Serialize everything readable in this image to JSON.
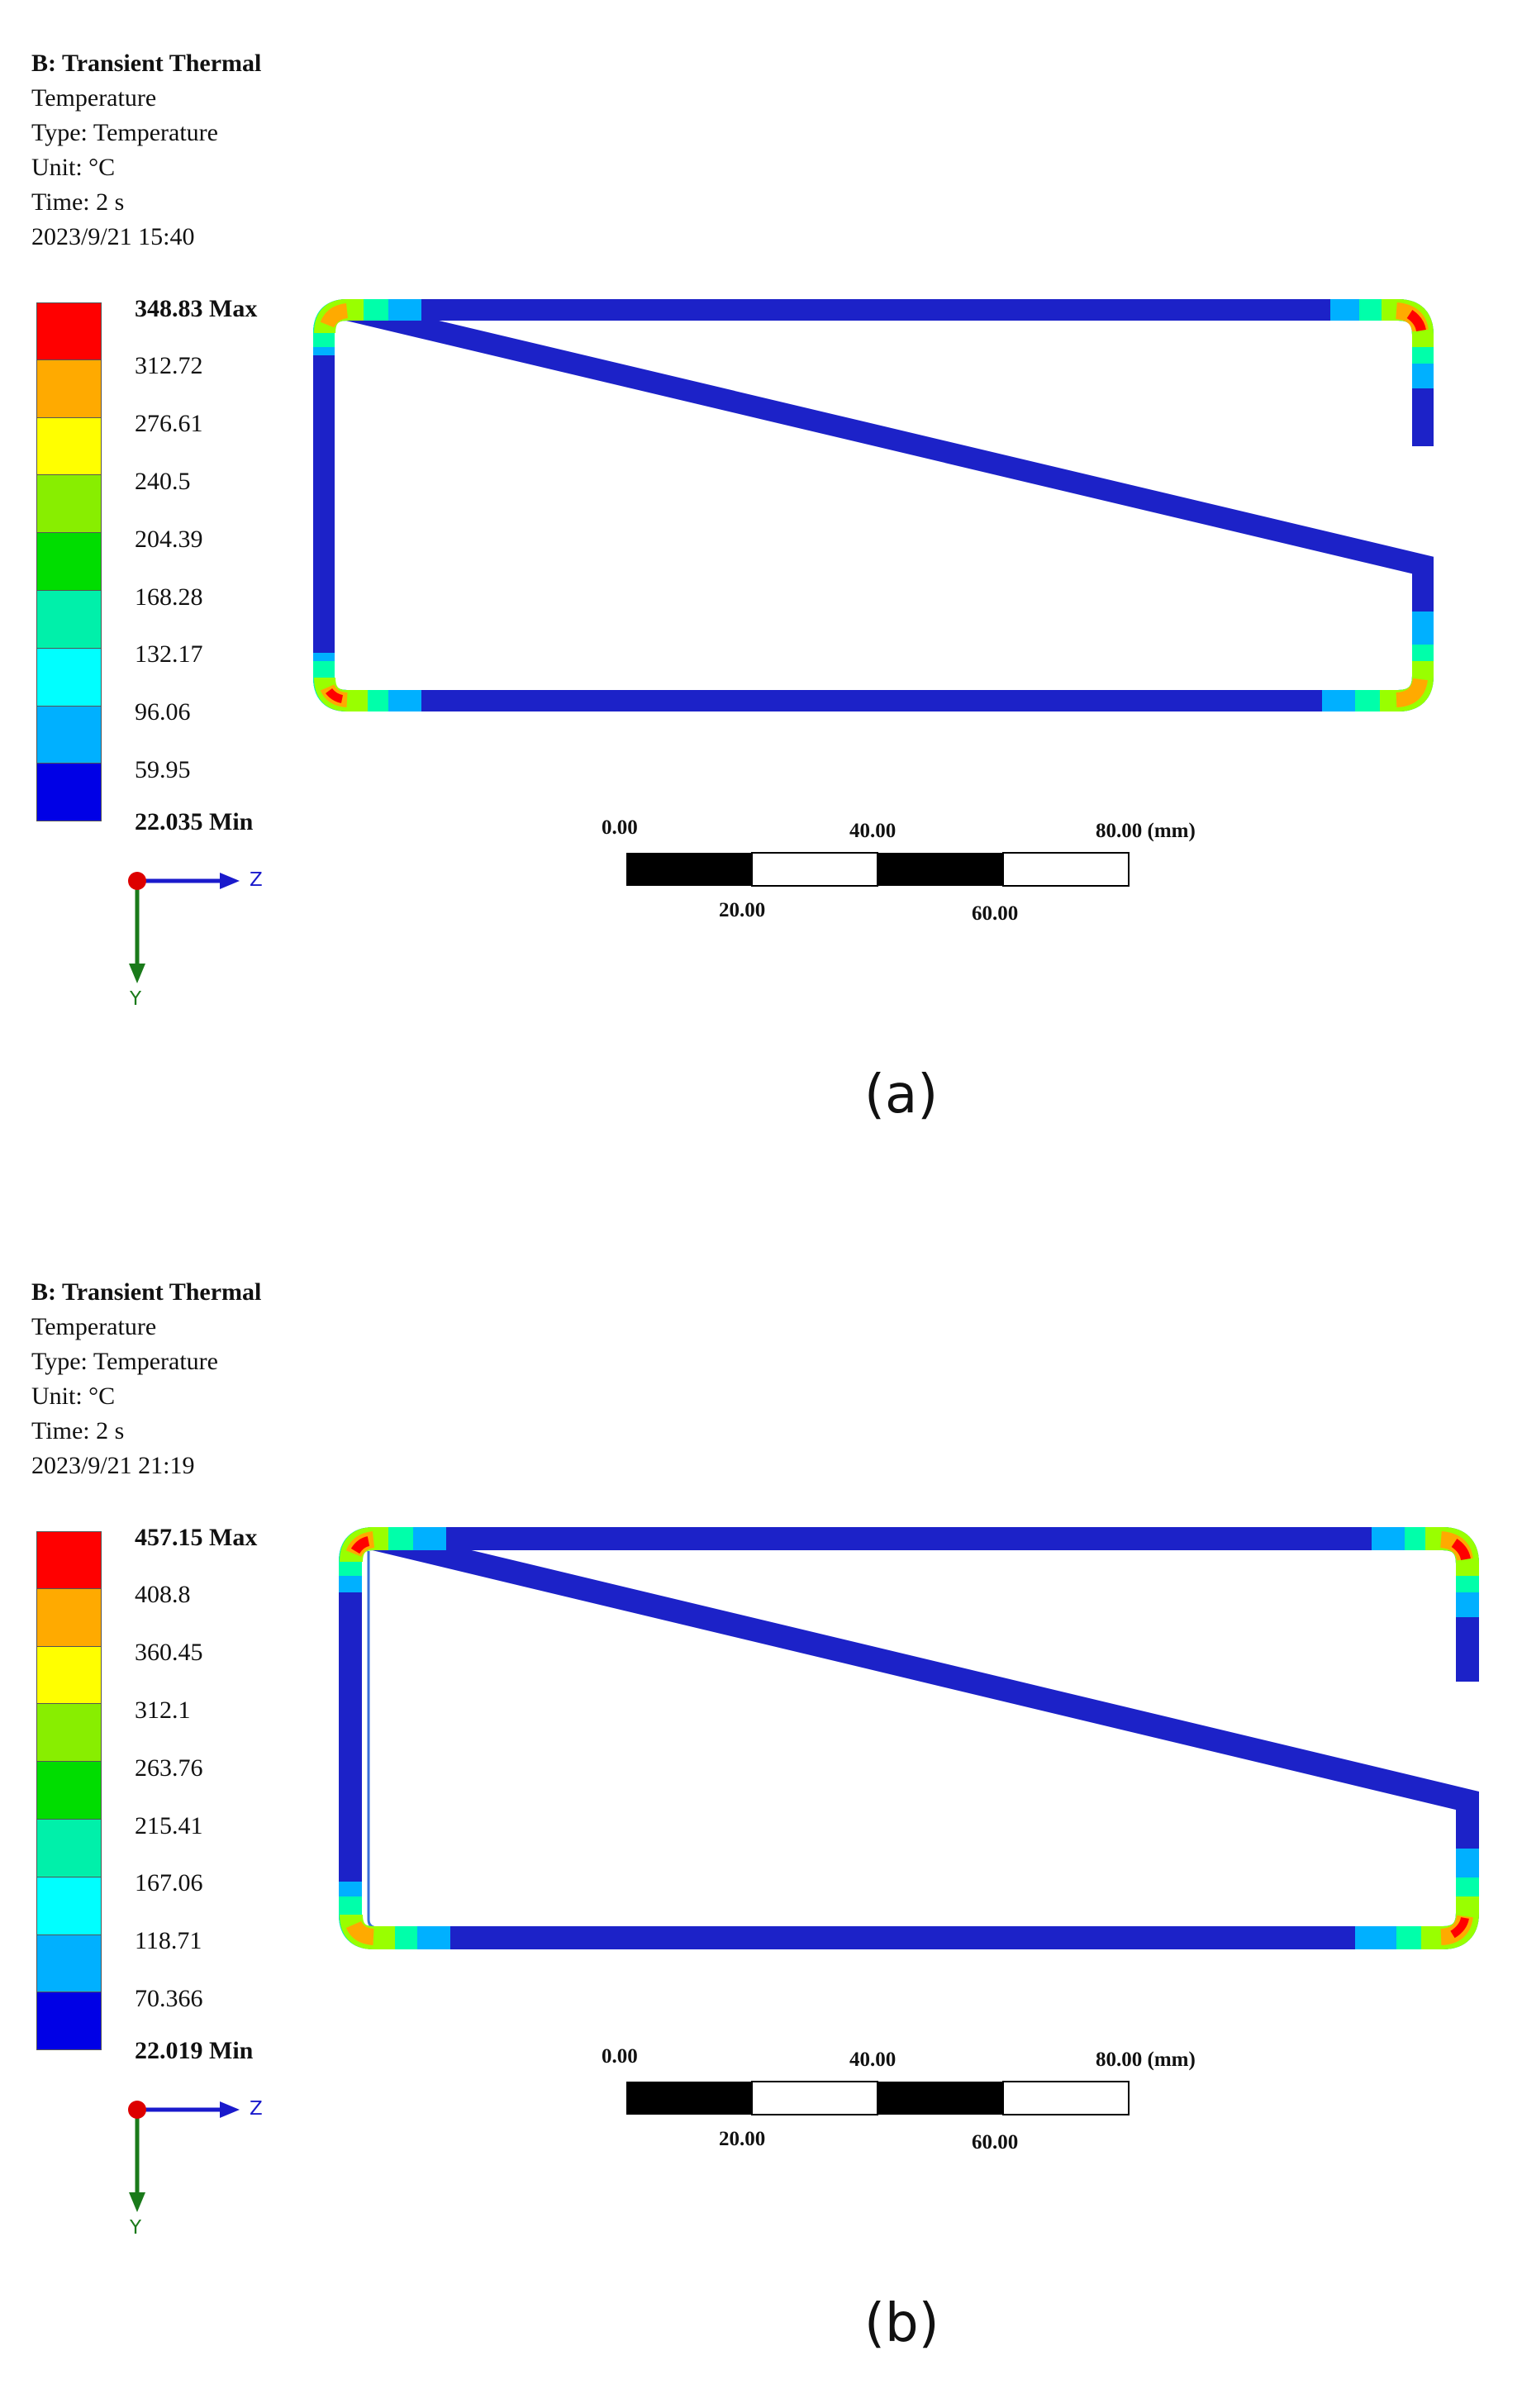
{
  "panels": [
    {
      "info": {
        "analysis": "B: Transient Thermal",
        "result": "Temperature",
        "type": "Type: Temperature",
        "unit": "Unit: °C",
        "time": "Time: 2 s",
        "date": "2023/9/21 15:40"
      },
      "legend": [
        "348.83 Max",
        "312.72",
        "276.61",
        "240.5",
        "204.39",
        "168.28",
        "132.17",
        "96.06",
        "59.95",
        "22.035 Min"
      ],
      "scale": {
        "t0": "0.00",
        "t20": "20.00",
        "t40": "40.00",
        "t60": "60.00",
        "t80": "80.00 (mm)"
      },
      "axes": {
        "z": "Z",
        "y": "Y"
      },
      "label": "(a)"
    },
    {
      "info": {
        "analysis": "B: Transient Thermal",
        "result": "Temperature",
        "type": "Type: Temperature",
        "unit": "Unit: °C",
        "time": "Time: 2 s",
        "date": "2023/9/21 21:19"
      },
      "legend": [
        "457.15 Max",
        "408.8",
        "360.45",
        "312.1",
        "263.76",
        "215.41",
        "167.06",
        "118.71",
        "70.366",
        "22.019 Min"
      ],
      "scale": {
        "t0": "0.00",
        "t20": "20.00",
        "t40": "40.00",
        "t60": "60.00",
        "t80": "80.00 (mm)"
      },
      "axes": {
        "z": "Z",
        "y": "Y"
      },
      "label": "(b)"
    }
  ],
  "colors": {
    "contour": [
      "#ff0000",
      "#ffaa00",
      "#ffff00",
      "#99ff00",
      "#00dd00",
      "#00ffaa",
      "#00ffff",
      "#00b0ff",
      "#0000dd"
    ],
    "legend": [
      "#ff0000",
      "#ffaa00",
      "#ffff00",
      "#88ee00",
      "#00dd00",
      "#00f0aa",
      "#00ffff",
      "#00b0ff",
      "#0000e6"
    ],
    "body": "#1c22c8",
    "axis_z": "#1a1acc",
    "axis_y": "#1a7a1a",
    "origin": "#dd0000"
  }
}
